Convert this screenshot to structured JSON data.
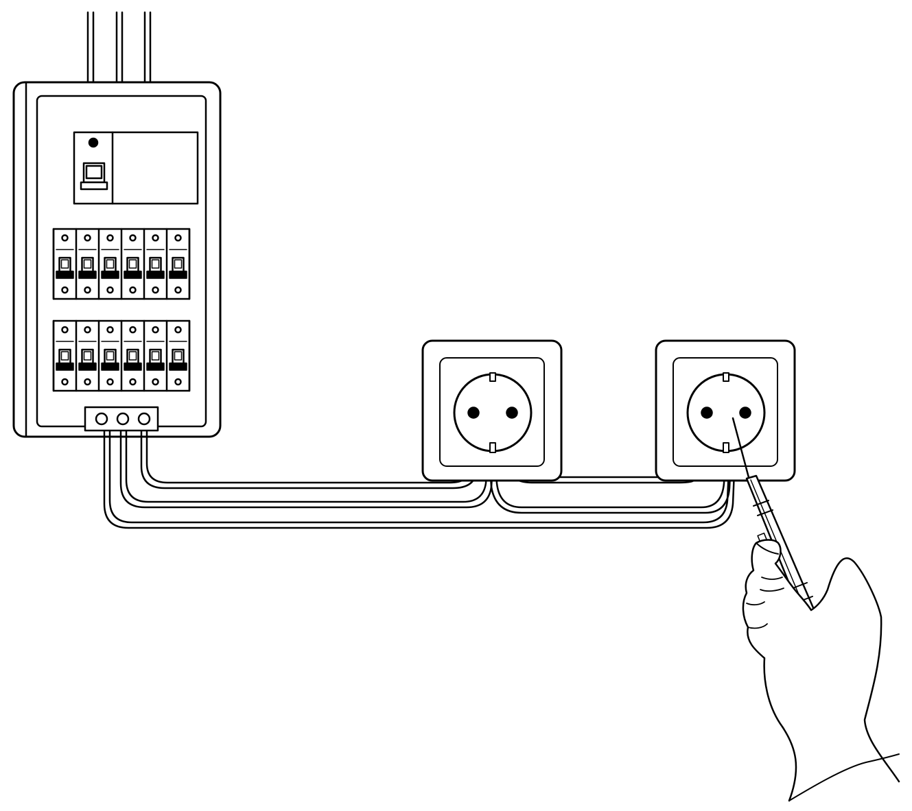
{
  "illustration": {
    "subject": "",
    "background_color": "#ffffff",
    "line_color": "#000000",
    "fill_color": "#ffffff"
  },
  "components": {
    "supply_cables": {
      "count": 3
    },
    "distribution_board": {
      "main_switch": {
        "icon": "main-switch-icon"
      },
      "breaker_rows": [
        {
          "breakers": 6
        },
        {
          "breakers": 6
        }
      ],
      "terminal_block": {
        "terminals": 3
      }
    },
    "sockets": [
      {
        "icon": "schuko-socket-icon",
        "pins": 2
      },
      {
        "icon": "schuko-socket-icon",
        "pins": 2,
        "being_tested": true
      }
    ],
    "wires": {
      "count": 3
    },
    "tester": {
      "icon": "voltage-tester-screwdriver-icon"
    },
    "hand": {
      "icon": "hand-icon"
    }
  }
}
